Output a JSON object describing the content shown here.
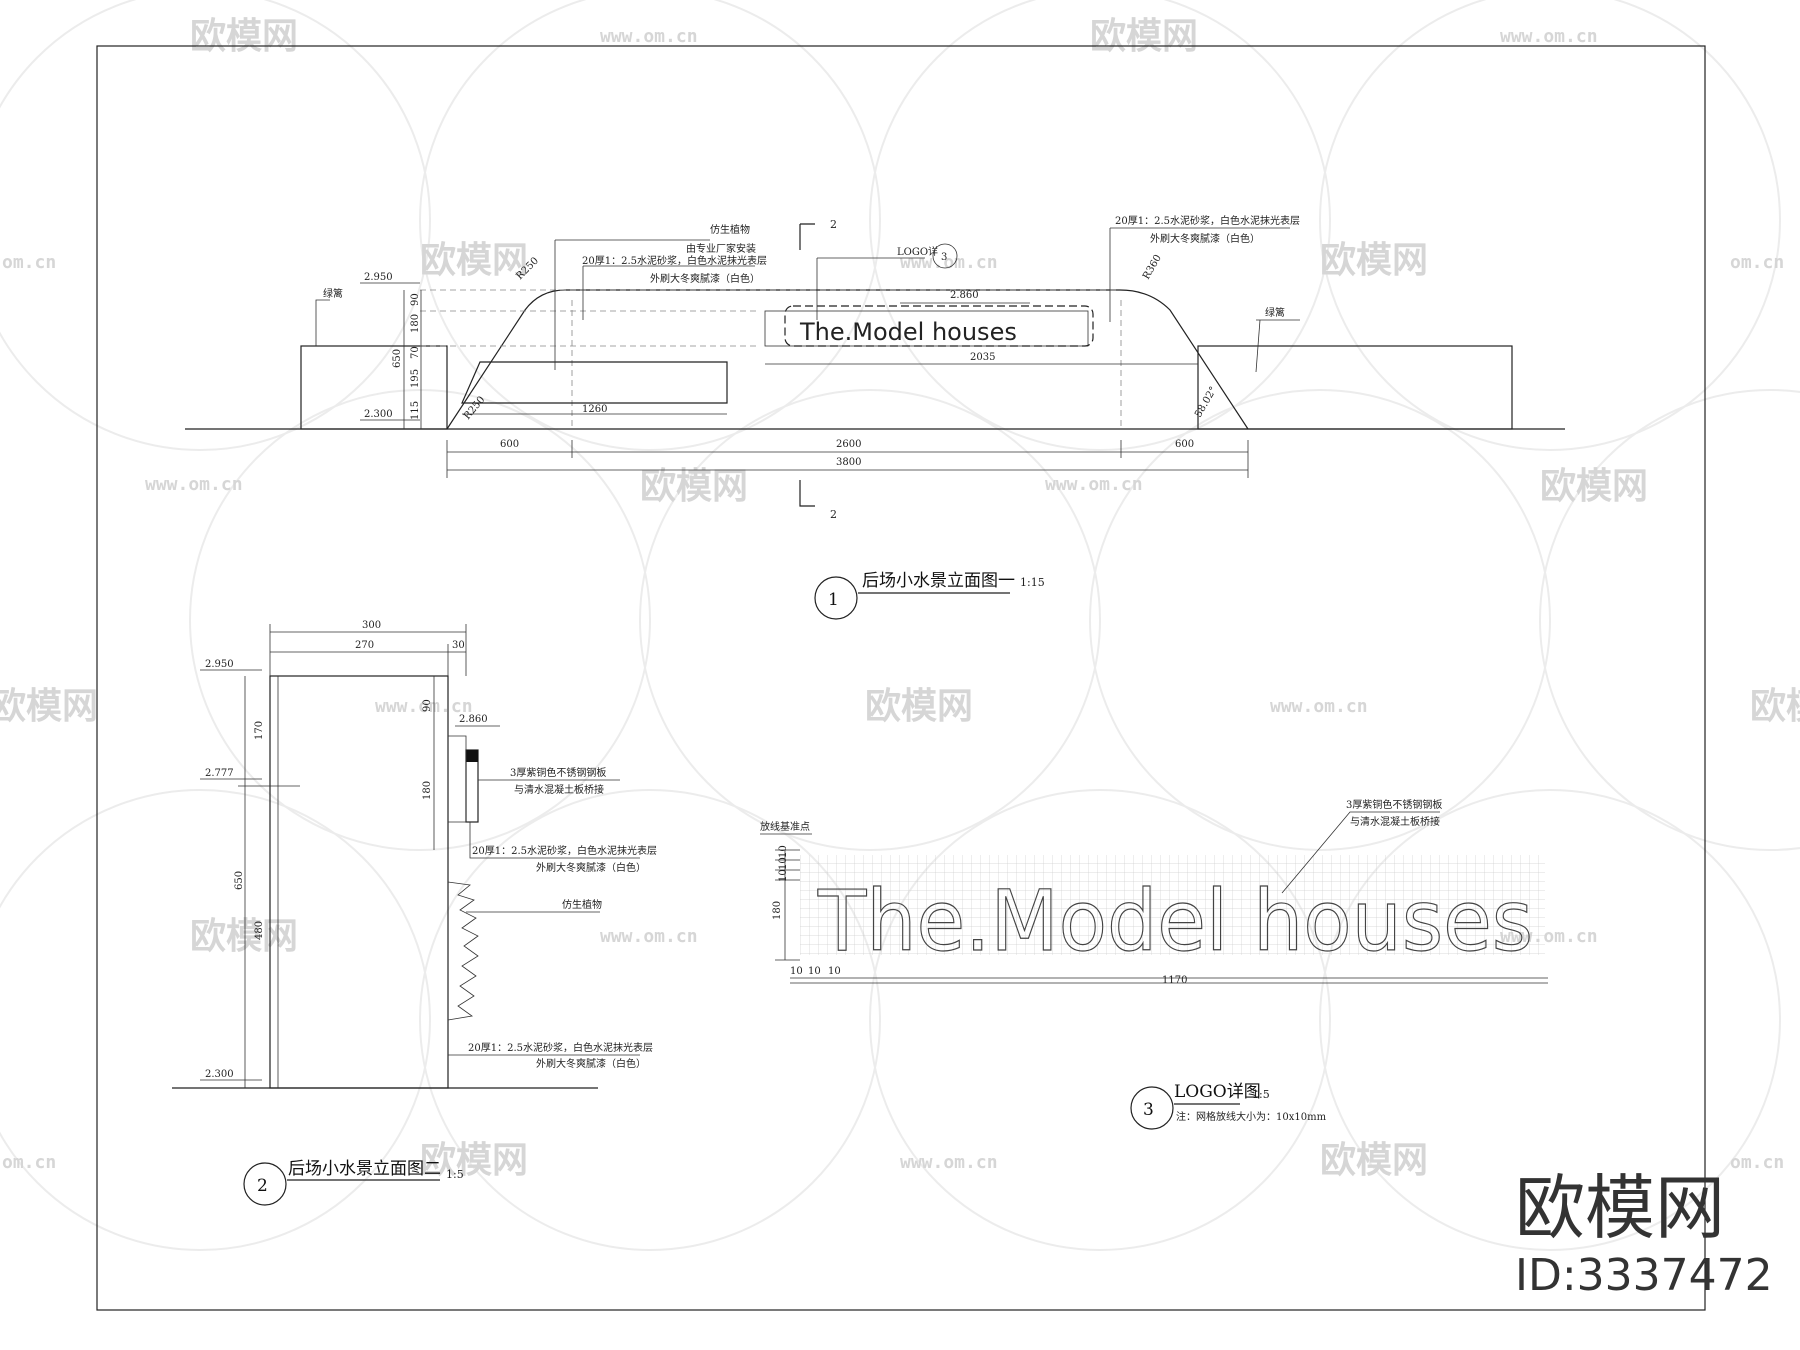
{
  "watermark": {
    "name": "欧模网",
    "url": "www.om.cn",
    "url_short": "om.cn"
  },
  "brand": {
    "name": "欧模网",
    "id": "ID:3337472"
  },
  "view1": {
    "title": "后场小水景立面图一",
    "scale": "1:15",
    "number": "1",
    "logo_text": "The.Model houses",
    "section_mark": "2",
    "detail_ref": "3",
    "levels": {
      "top": "2.950",
      "base": "2.300",
      "logo": "2.860"
    },
    "heights": [
      "90",
      "180",
      "70",
      "195",
      "115",
      "650"
    ],
    "dims": {
      "d600a": "600",
      "d2600": "2600",
      "d600b": "600",
      "d3800": "3800",
      "d1260": "1260",
      "d2035": "2035",
      "dlogo": "LOGO详"
    },
    "radius": {
      "r1": "R250",
      "r2": "R360",
      "r3": "R250",
      "ang": "58.02°"
    },
    "labels": {
      "grass_l": "绿篱",
      "grass_r": "绿篱",
      "plant1": "仿生植物",
      "plant2": "由专业厂家安装",
      "mortar1": "20厚1：2.5水泥砂浆，白色水泥抹光表层",
      "mortar2": "外刷大冬爽腻漆（白色）",
      "mortar3": "20厚1：2.5水泥砂浆，白色水泥抹光表层",
      "mortar4": "外刷大冬爽腻漆（白色）"
    }
  },
  "view2": {
    "title": "后场小水景立面图二",
    "scale": "1:5",
    "number": "2",
    "dims": {
      "d300": "300",
      "d270": "270",
      "d30": "30",
      "d170": "170",
      "d180": "180",
      "d650": "650",
      "d480": "480",
      "d90": "90"
    },
    "levels": {
      "top": "2.950",
      "mid": "2.777",
      "logo": "2.860",
      "base": "2.300"
    },
    "labels": {
      "plate1": "3厚紫铜色不锈钢钢板",
      "plate2": "与清水混凝土板桥接",
      "mortar1": "20厚1：2.5水泥砂浆，白色水泥抹光表层",
      "mortar2": "外刷大冬爽腻漆（白色）",
      "plant": "仿生植物",
      "mortar3": "20厚1：2.5水泥砂浆，白色水泥抹光表层",
      "mortar4": "外刷大冬爽腻漆（白色）"
    }
  },
  "view3": {
    "title": "LOGO详图",
    "scale": "1:5",
    "number": "3",
    "note": "注：网格放线大小为：10x10mm",
    "logo_text": "The.Model houses",
    "base_point": "放线基准点",
    "plate1": "3厚紫铜色不锈钢钢板",
    "plate2": "与清水混凝土板桥接",
    "dims": {
      "h180": "180",
      "h10a": "10",
      "h10b": "10",
      "h10c": "10",
      "w10a": "10",
      "w10b": "10",
      "w10c": "10",
      "w1170": "1170"
    }
  }
}
